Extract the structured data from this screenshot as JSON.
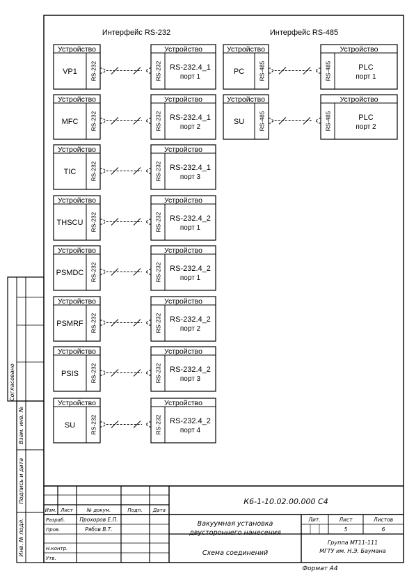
{
  "headings": {
    "rs232": "Интерфейс RS-232",
    "rs485": "Интерфейс RS-485"
  },
  "box_header": "Устройство",
  "rs232_links": [
    {
      "left": "VP1",
      "right_name": "RS-232.4_1",
      "right_port": "порт 1",
      "iface": "RS-232"
    },
    {
      "left": "MFC",
      "right_name": "RS-232.4_1",
      "right_port": "порт 2",
      "iface": "RS-232"
    },
    {
      "left": "TIC",
      "right_name": "RS-232.4_1",
      "right_port": "порт 3",
      "iface": "RS-232"
    },
    {
      "left": "THSCU",
      "right_name": "RS-232.4_2",
      "right_port": "порт 1",
      "iface": "RS-232"
    },
    {
      "left": "PSMDC",
      "right_name": "RS-232.4_2",
      "right_port": "порт 1",
      "iface": "RS-232"
    },
    {
      "left": "PSMRF",
      "right_name": "RS-232.4_2",
      "right_port": "порт 2",
      "iface": "RS-232"
    },
    {
      "left": "PSIS",
      "right_name": "RS-232.4_2",
      "right_port": "порт 3",
      "iface": "RS-232"
    },
    {
      "left": "SU",
      "right_name": "RS-232.4_2",
      "right_port": "порт 4",
      "iface": "RS-232"
    }
  ],
  "rs485_links": [
    {
      "left": "PC",
      "right_name": "PLC",
      "right_port": "порт 1",
      "iface": "RS-485"
    },
    {
      "left": "SU",
      "right_name": "PLC",
      "right_port": "порт 2",
      "iface": "RS-485"
    }
  ],
  "side_strip": {
    "agreed": "Согласовано",
    "swap_inv": "Взам. инв. №",
    "sign_date": "Подпись и дата",
    "inv_orig": "Инв. № подл."
  },
  "title_block": {
    "code": "К6-1-10.02.00.000 С4",
    "col_headers": [
      "Изм.",
      "Лист",
      "№ докум.",
      "Подп.",
      "Дата"
    ],
    "roles": [
      "Разраб.",
      "Пров.",
      "",
      "Н.контр.",
      "Утв."
    ],
    "people": [
      "Прохоров Е.П.",
      "Рябов В.Т.",
      "",
      "",
      ""
    ],
    "product_line1": "Вакуумная установка",
    "product_line2": "двустороннего нанесения",
    "doc_title": "Схема соединений",
    "lit_label": "Лит.",
    "sheet_label": "Лист",
    "sheets_label": "Листов",
    "sheet_value": "5",
    "sheets_value": "6",
    "org_line1": "Группа МТ11-111",
    "org_line2": "МГТУ им. Н.Э. Баумана"
  },
  "format_label": "Формат А4"
}
